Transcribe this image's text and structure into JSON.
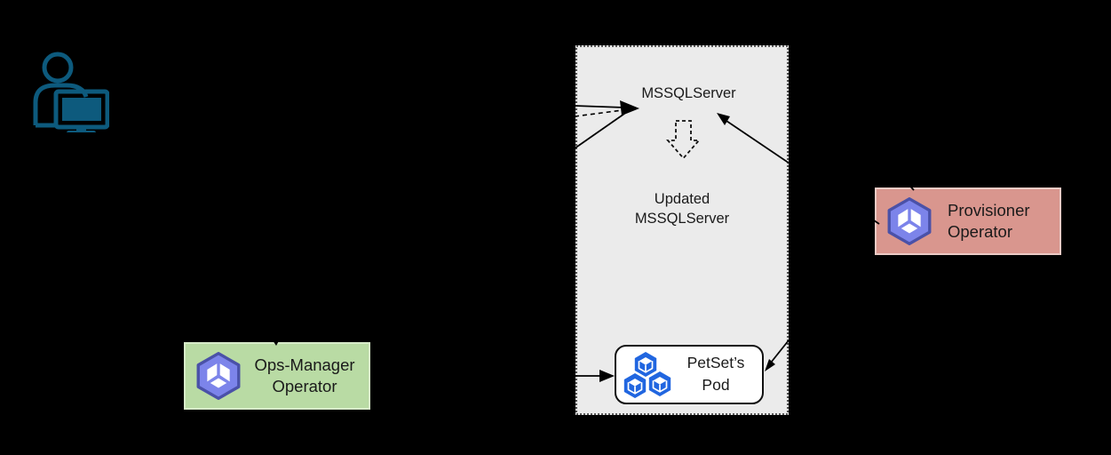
{
  "colors": {
    "bg": "#000000",
    "panel_bg": "#ebebeb",
    "user_icon": "#0d5a7d",
    "pod_icon": "#2166e0",
    "operator_icon_fill": "#7c84ea",
    "operator_icon_stroke": "#4a51a8",
    "ops_manager_bg": "#b9dba4",
    "ops_manager_border": "#d8ecca",
    "provisioner_bg": "#d9968e",
    "provisioner_border": "#eccbc6",
    "arrow": "#000000"
  },
  "panel": {
    "mssqlserver_label": "MSSQLServer",
    "updated_mssqlserver_label": "Updated MSSQLServer"
  },
  "petset_pod": {
    "label": "PetSet’s Pod"
  },
  "operators": {
    "ops_manager_label": "Ops-Manager Operator",
    "provisioner_label": "Provisioner Operator"
  },
  "icons": {
    "user": "user-at-computer-icon",
    "operator": "operator-cube-icon",
    "pod": "pod-hexagon-cube-icon",
    "update": "dashed-update-down-arrow-icon"
  }
}
